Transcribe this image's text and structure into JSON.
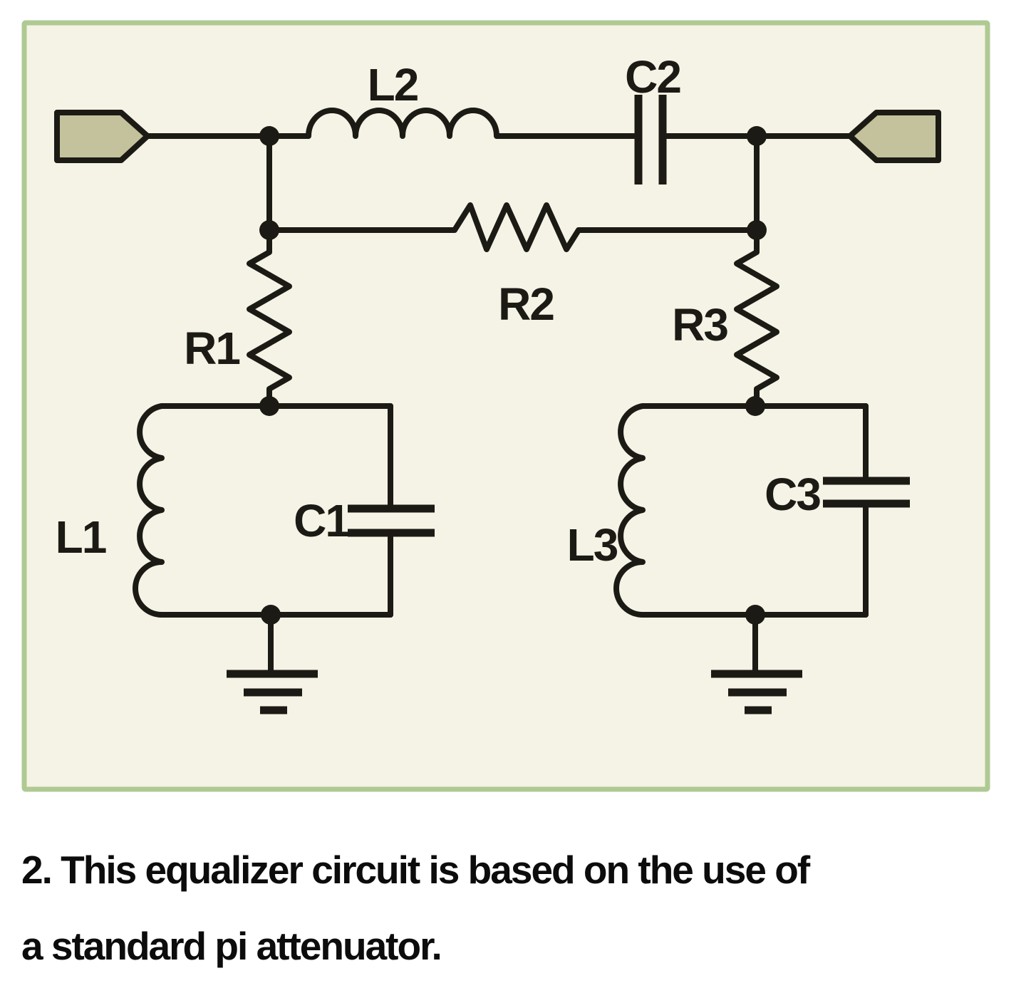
{
  "figure": {
    "panel": {
      "bg_color": "#f5f3e5",
      "border_color": "#afc993"
    },
    "line_color": "#1b1a14",
    "terminal_fill": "#c3c29c",
    "components": {
      "l1": "L1",
      "l2": "L2",
      "l3": "L3",
      "c1": "C1",
      "c2": "C2",
      "c3": "C3",
      "r1": "R1",
      "r2": "R2",
      "r3": "R3"
    }
  },
  "caption": {
    "line1": "2. This equalizer circuit is based on the use of",
    "line2": "a standard pi attenuator."
  }
}
